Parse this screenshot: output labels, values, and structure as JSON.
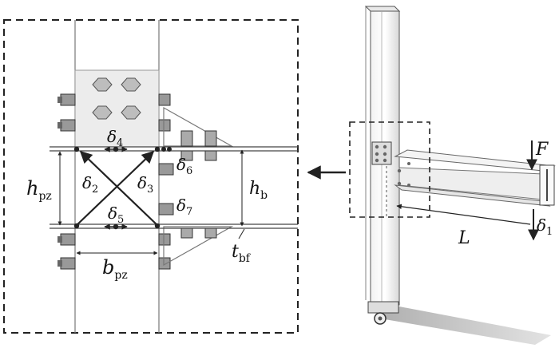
{
  "labels": {
    "delta": "δ",
    "d1": "1",
    "d2": "2",
    "d3": "3",
    "d4": "4",
    "d5": "5",
    "d6": "6",
    "d7": "7",
    "h": "h",
    "b": "b",
    "t": "t",
    "F": "F",
    "L": "L",
    "pz": "pz",
    "b_sub": "b",
    "bf": "bf"
  }
}
